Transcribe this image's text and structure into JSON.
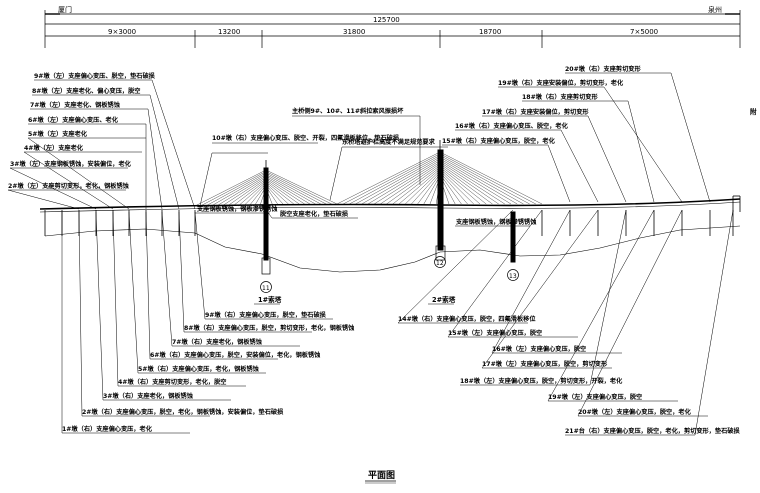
{
  "dimensions": {
    "left_end": "厦门",
    "right_end": "泉州",
    "total": "125700",
    "segments": [
      "9×3000",
      "13200",
      "31800",
      "18700",
      "7×5000"
    ]
  },
  "upper_labels_left": [
    "9#墩（左）支座偏心变压、脱空，垫石破损",
    "8#墩（左）支座老化、偏心变压，脱空",
    "7#墩（左）支座老化、钢板锈蚀",
    "6#墩（左）支座偏心变压、老化",
    "5#墩（左）支座老化",
    "4#墩（左）支座老化",
    "3#墩（左）支座钢板锈蚀，安装偏位，老化",
    "2#墩（左）支座剪切变形，老化，钢板锈蚀"
  ],
  "upper_labels_right": [
    "20#墩（右）支座剪切变形",
    "19#墩（右）支座安装偏位，剪切变形，老化",
    "18#墩（右）支座剪切变形",
    "17#墩（右）支座安装偏位，剪切变形",
    "16#墩（右）支座偏心变压、脱空，老化",
    "15#墩（右）支座偏心变压，脱空，老化"
  ],
  "middle_labels": {
    "pier10": "10#墩（右）支座偏心变压、脱空、开裂，四氟滑板移位，垫石破损",
    "pier10_deck": "支座钢板锈蚀，钢板渗锈锈蚀",
    "pier11_deck": "脱空支座老化，垫石破损",
    "hangers": "主桥侧9#、10#、11#斜拉索风振损坏",
    "tower_note": "东桥塔避护栏高度不满足规范要求",
    "pier13_deck": "支座钢板锈蚀，钢板渗锈锈蚀"
  },
  "tower_labels": [
    "1#索塔",
    "2#索塔"
  ],
  "circle_labels": [
    "11",
    "12",
    "13"
  ],
  "lower_labels_left": [
    "9#墩（右）支座偏心变压，脱空，垫石破损",
    "8#墩（右）支座偏心变压，脱空，剪切变形，老化，钢板锈蚀",
    "7#墩（右）支座老化，钢板锈蚀",
    "6#墩（右）支座偏心变压，脱空，安装偏位，老化，钢板锈蚀",
    "5#墩（右）支座偏心变压，老化，钢板锈蚀",
    "4#墩（右）支座剪切变形，老化，脱空",
    "3#墩（右）支座老化，钢板锈蚀",
    "2#墩（右）支座偏心变压，脱空，老化，钢板锈蚀，安装偏位，垫石破损",
    "1#墩（右）支座偏心变压，老化"
  ],
  "lower_labels_right": [
    "14#墩（右）支座偏心变压，脱空，四氟滑板移位",
    "15#墩（左）支座偏心变压，脱空",
    "16#墩（左）支座偏心变压，脱空",
    "17#墩（左）支座偏心变压，脱空，剪切变形",
    "18#墩（左）支座偏心变压，脱空，剪切变形，开裂，老化",
    "19#墩（左）支座偏心变压，脱空",
    "20#墩（左）支座偏心变压，脱空，老化",
    "21#台（右）支座偏心变压，脱空，老化，剪切变形，垫石破损"
  ],
  "right_edge_text": "附",
  "caption": "平面图"
}
